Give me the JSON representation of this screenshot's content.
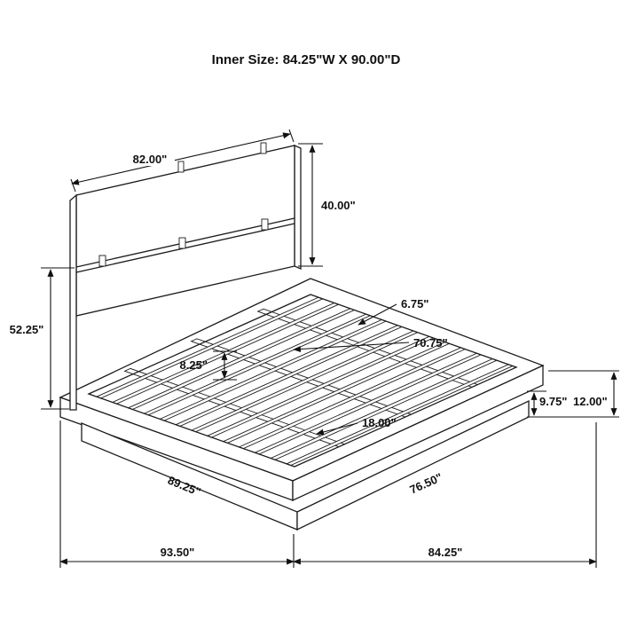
{
  "title": "Inner Size: 84.25\"W X 90.00\"D",
  "dimensions": {
    "headboard_width": "82.00\"",
    "headboard_panel_height": "40.00\"",
    "headboard_height": "52.25\"",
    "rail_width": "6.75\"",
    "slat_length": "70.75\"",
    "slat_spacing": "8.25\"",
    "support_spacing": "18.00\"",
    "base_height": "9.75\"",
    "frame_height": "12.00\"",
    "base_width": "89.25\"",
    "base_depth": "76.50\"",
    "overall_width": "93.50\"",
    "overall_depth": "84.25\""
  }
}
